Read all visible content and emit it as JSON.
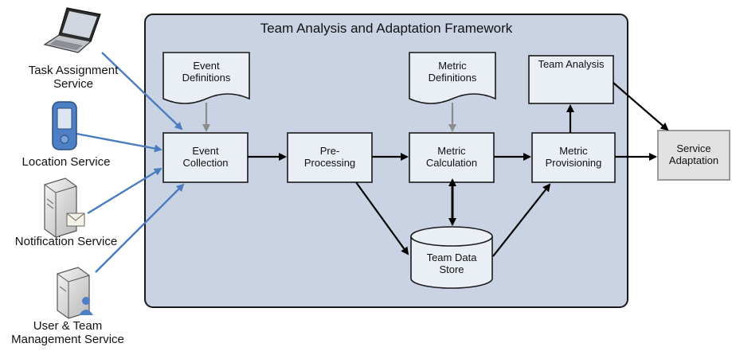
{
  "framework": {
    "title": "Team Analysis and Adaptation Framework"
  },
  "services": {
    "task_assignment": "Task Assignment\nService",
    "location": "Location Service",
    "notification": "Notification Service",
    "user_team": "User & Team\nManagement Service"
  },
  "documents": {
    "event_definitions": "Event\nDefinitions",
    "metric_definitions": "Metric\nDefinitions"
  },
  "processes": {
    "event_collection": "Event\nCollection",
    "pre_processing": "Pre-\nProcessing",
    "metric_calculation": "Metric\nCalculation",
    "metric_provisioning": "Metric\nProvisioning",
    "team_analysis": "Team Analysis"
  },
  "store": {
    "team_data_store": "Team Data\nStore"
  },
  "output": {
    "service_adaptation": "Service\nAdaptation"
  },
  "colors": {
    "framework_fill": "#c9d3e3",
    "box_fill": "#eaeef5",
    "output_fill": "#e2e2e2",
    "blue_arrow": "#4a7cc0",
    "gray_arrow": "#8c8c8c",
    "black_arrow": "#000000"
  }
}
